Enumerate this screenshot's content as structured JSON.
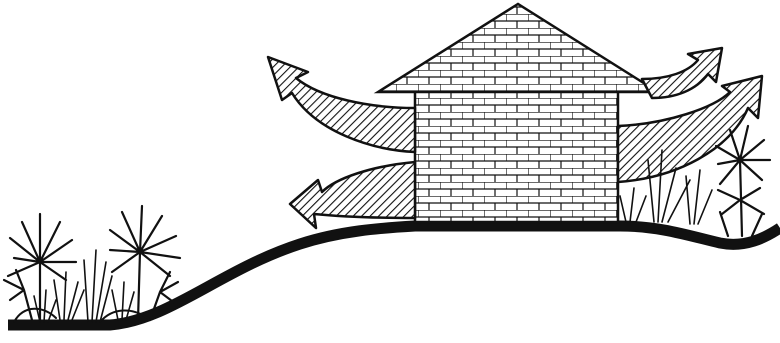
{
  "colors": {
    "ink": "#111111",
    "paper": "#ffffff"
  },
  "icons": {
    "arrows": "curved-hatched-arrow",
    "house": "brick-house",
    "plants": "palm-and-grass"
  }
}
